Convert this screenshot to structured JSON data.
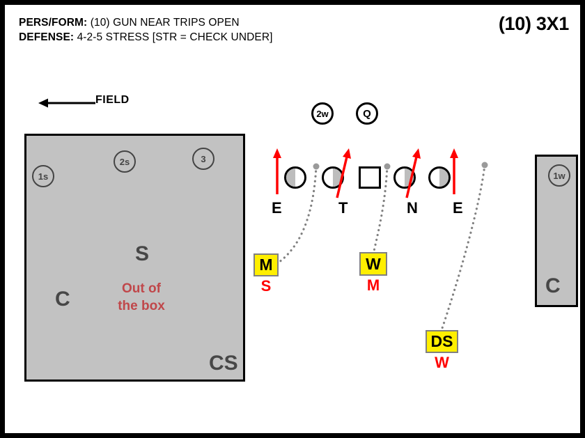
{
  "header": {
    "pers_form_key": "PERS/FORM:",
    "pers_form_value": " (10) GUN NEAR TRIPS OPEN",
    "defense_key": "DEFENSE:",
    "defense_value": " 4-2-5 STRESS [STR = CHECK UNDER]",
    "formation_tag": "(10) 3X1"
  },
  "field_direction": {
    "label": "FIELD",
    "icon": "left-arrow-icon"
  },
  "field_box": {
    "receivers": [
      {
        "label": "1s"
      },
      {
        "label": "2s"
      },
      {
        "label": "3"
      }
    ],
    "defenders": [
      {
        "label": "S"
      },
      {
        "label": "C"
      },
      {
        "label": "CS"
      }
    ],
    "note_line_1": "Out of",
    "note_line_2": "the box"
  },
  "boundary_box": {
    "receivers": [
      {
        "label": "1w"
      }
    ],
    "defenders": [
      {
        "label": "C"
      }
    ]
  },
  "backfield": {
    "players": [
      {
        "label": "2w"
      },
      {
        "label": "Q"
      }
    ]
  },
  "offensive_line": {
    "players": [
      {
        "shade": "left"
      },
      {
        "shade": "right"
      },
      {
        "shade": "none"
      },
      {
        "shade": "right"
      },
      {
        "shade": "right"
      }
    ]
  },
  "defensive_line": {
    "positions": [
      {
        "label": "E"
      },
      {
        "label": "T"
      },
      {
        "label": "N"
      },
      {
        "label": "E"
      }
    ]
  },
  "linebackers": [
    {
      "tag": "M",
      "call": "S"
    },
    {
      "tag": "W",
      "call": "M"
    },
    {
      "tag": "DS",
      "call": "W"
    }
  ],
  "colors": {
    "rush_arrow": "#ff0000",
    "coverage_zone": "#c2c2c2",
    "highlight": "#ffef00",
    "call_text": "#ff0000",
    "note_text": "#c0474a",
    "db_text": "#474747"
  }
}
